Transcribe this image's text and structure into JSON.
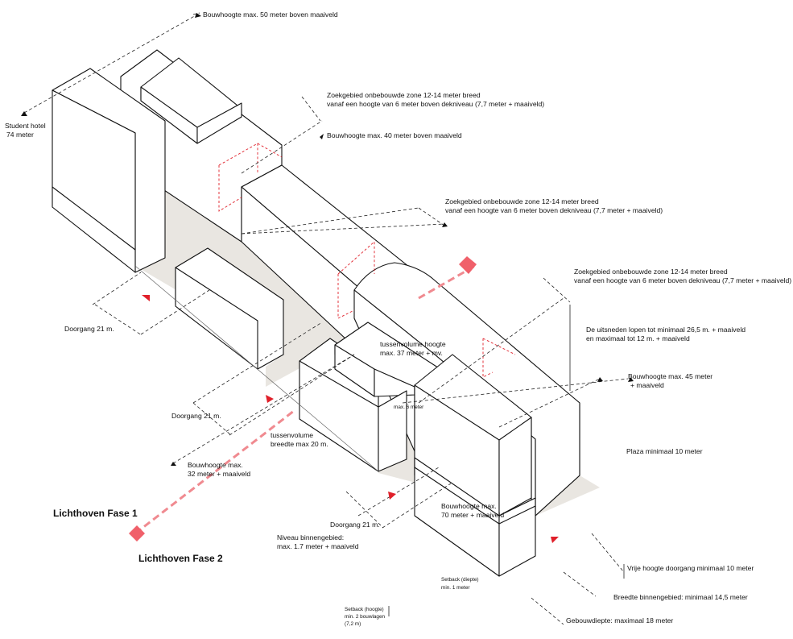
{
  "labels": {
    "bouwhoogte_50": "Bouwhoogte max. 50 meter boven maaiveld",
    "student_hotel_1": "Student hotel",
    "student_hotel_2": "74  meter",
    "zoek1_1": "Zoekgebied onbebouwde zone 12-14 meter breed",
    "zoek1_2": "vanaf een hoogte van 6 meter boven dekniveau (7,7 meter + maaiveld)",
    "bouwhoogte_40": "Bouwhoogte max. 40 meter boven maaiveld",
    "zoek2_1": "Zoekgebied onbebouwde zone 12-14 meter breed",
    "zoek2_2": "vanaf een hoogte van 6 meter boven dekniveau (7,7 meter + maaiveld)",
    "zoek3_1": "Zoekgebied onbebouwde zone 12-14 meter breed",
    "zoek3_2": "vanaf een hoogte van 6 meter boven dekniveau (7,7 meter + maaiveld)",
    "uitsneden_1": "De uitsneden lopen tot minimaal 26,5 m. + maaiveld",
    "uitsneden_2": "en maximaal tot 12 m. + maaiveld",
    "bouwhoogte_45_1": "Bouwhoogte max. 45 meter",
    "bouwhoogte_45_2": "+ maaiveld",
    "plaza": "Plaza minimaal 10 meter",
    "doorgang_1": "Doorgang 21 m.",
    "tussen37_1": "tussenvolume hoogte",
    "tussen37_2": "max. 37 meter + mv.",
    "max6": "max. 6 meter",
    "doorgang_2": "Doorgang 21 m.",
    "tussen20_1": "tussenvolume",
    "tussen20_2": "breedte max 20 m.",
    "bouwhoogte_32_1": "Bouwhoogte max.",
    "bouwhoogte_32_2": "32 meter + maaiveld",
    "fase1": "Lichthoven Fase 1",
    "fase2": "Lichthoven Fase 2",
    "bouwhoogte_70_1": "Bouwhoogte max.",
    "bouwhoogte_70_2": "70 meter + maaiveld",
    "doorgang_3": "Doorgang 21 m.",
    "niveau_1": "Niveau binnengebied:",
    "niveau_2": "max. 1.7 meter + maaiveld",
    "setback_d_1": "Setback (diepte)",
    "setback_d_2": "min. 1 meter",
    "setback_h_1": "Setback (hoogte)",
    "setback_h_2": "min. 2 bouwlagen",
    "setback_h_3": "(7,2 m)",
    "vrije_hoogte": "Vrije hoogte doorgang minimaal 10 meter",
    "breedte": "Breedte binnengebied: minimaal 14,5 meter",
    "gebouwdiepte": "Gebouwdiepte: maximaal 18 meter"
  },
  "colors": {
    "ground": "#e9e6e1",
    "accent_red": "#e0202a",
    "axis_pink": "#f08a90",
    "line": "#111111"
  },
  "icons": {
    "access_markers": "red-triangle-icon",
    "axis_markers": "pink-diamond-icon"
  }
}
